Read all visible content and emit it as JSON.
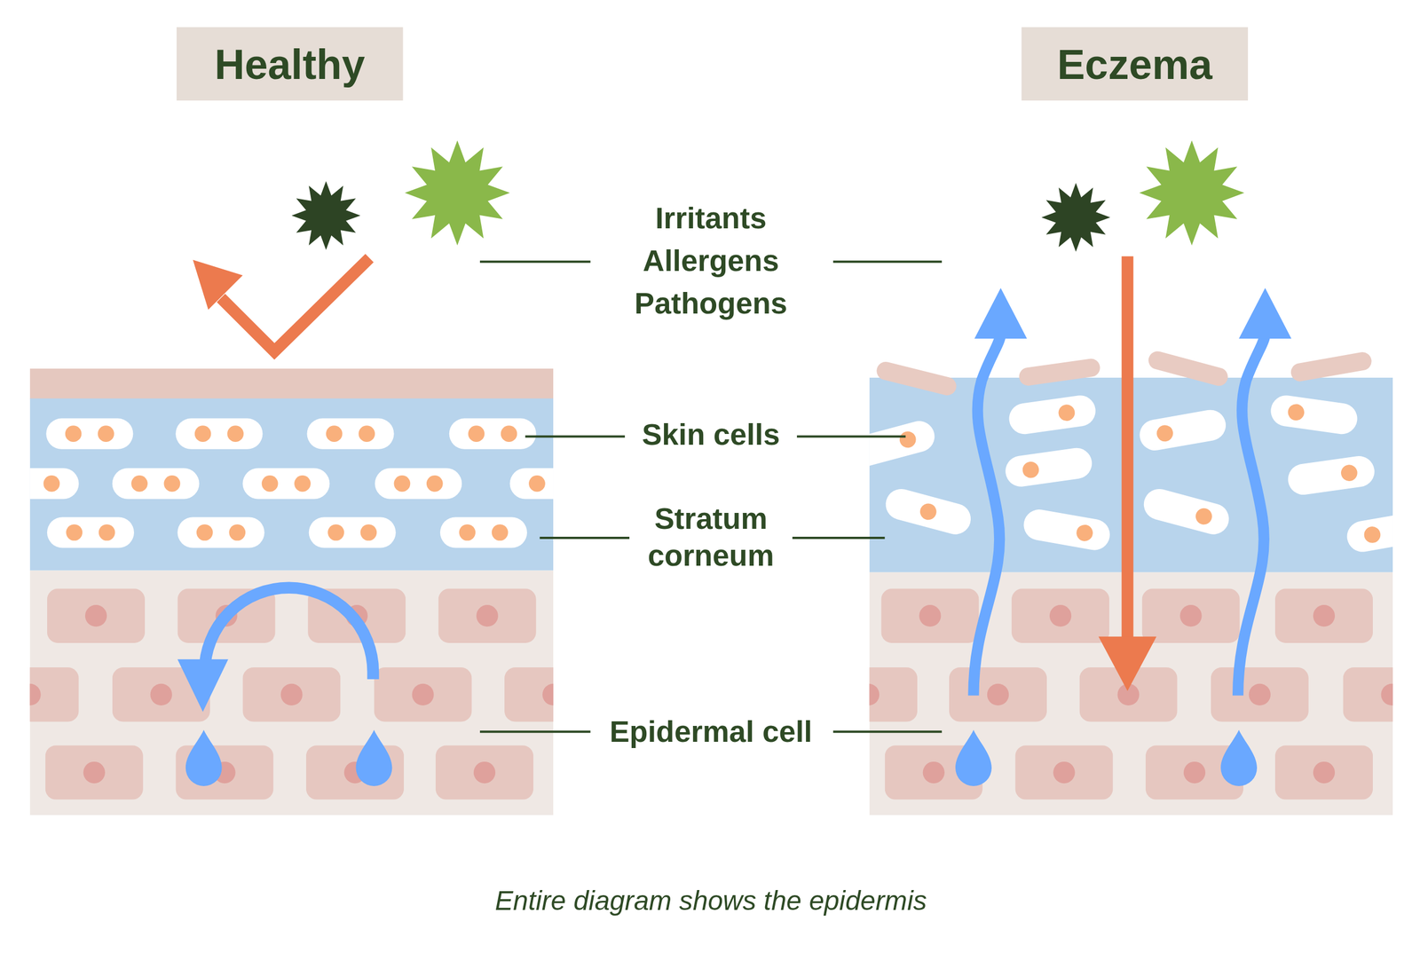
{
  "diagram": {
    "caption": "Entire diagram shows the epidermis",
    "nodes": [
      {
        "text": [
          "Healthy"
        ]
      },
      {
        "text": [
          "Eczema"
        ]
      }
    ],
    "edges": [],
    "labels": [
      "Irritants Allergens Pathogens",
      "Skin cells",
      "Stratum corneum",
      "Epidermal cell"
    ]
  }
}
